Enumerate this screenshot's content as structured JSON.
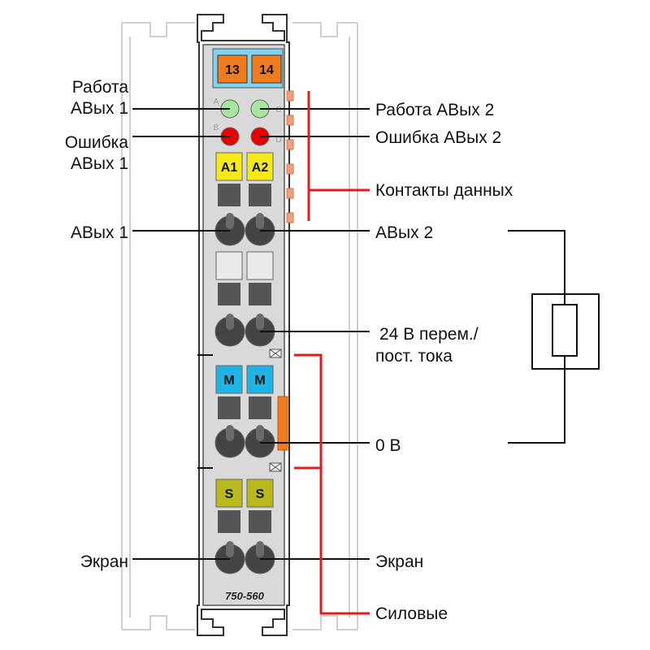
{
  "module": {
    "model": "750-560",
    "top_keys": [
      "13",
      "14"
    ],
    "a_keys": [
      "A1",
      "A2"
    ],
    "m_keys": [
      "M",
      "M"
    ],
    "s_keys": [
      "S",
      "S"
    ],
    "led_letters": [
      "A",
      "C",
      "B",
      "D"
    ]
  },
  "labels": {
    "work_aout1": [
      "Работа",
      "АВых 1"
    ],
    "work_aout2": "Работа АВых 2",
    "error_aout1": [
      "Ошибка",
      "АВых 1"
    ],
    "error_aout2": "Ошибка АВых 2",
    "data_contacts": "Контакты данных",
    "aout1": "АВых 1",
    "aout2": "АВых 2",
    "supply_24v": [
      "24 В перем./",
      "пост. тока"
    ],
    "zero_v": "0 В",
    "shield_left": "Экран",
    "shield_right": "Экран",
    "power": "Силовые"
  },
  "colors": {
    "housing": "#d9d9d9",
    "key_orange": "#f07a1e",
    "key_yellow": "#f5ea14",
    "key_blue": "#1eb4e6",
    "key_olive": "#b9b91e",
    "led_green": "#a8e6a0",
    "led_red": "#e60000",
    "bracket_red": "#e31b1b",
    "contact_orange": "#f2a07a"
  }
}
